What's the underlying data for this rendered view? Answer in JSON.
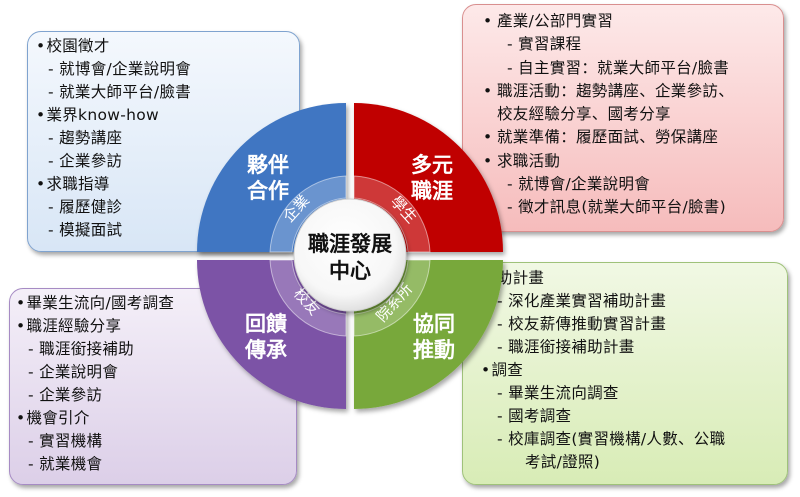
{
  "center": {
    "line1": "職涯發展",
    "line2": "中心"
  },
  "quadrants": {
    "top_left": {
      "line1": "夥伴",
      "line2": "合作",
      "ring": "企業",
      "color": "#3f76c2"
    },
    "top_right": {
      "line1": "多元",
      "line2": "職涯",
      "ring": "學生",
      "color": "#c00000"
    },
    "bottom_left": {
      "line1": "回饋",
      "line2": "傳承",
      "ring": "校友",
      "color": "#7b52a6"
    },
    "bottom_right": {
      "line1": "協同",
      "line2": "推動",
      "ring": "院系所",
      "color": "#78a83a"
    }
  },
  "box_tl": {
    "items": [
      "校園徵才",
      "就博會/企業說明會",
      "就業大師平台/臉書",
      "業界know-how",
      "趨勢講座",
      "企業參訪",
      "求職指導",
      "履歷健診",
      "模擬面試"
    ]
  },
  "box_tr": {
    "items": [
      "產業/公部門實習",
      "實習課程",
      "自主實習：就業大師平台/臉書",
      "職涯活動：趨勢講座、企業參訪、",
      "校友經驗分享、國考分享",
      "就業準備：履歷面試、勞保講座",
      "求職活動",
      "就博會/企業說明會",
      "徵才訊息(就業大師平台/臉書)"
    ]
  },
  "box_bl": {
    "items": [
      "畢業生流向/國考調查",
      "職涯經驗分享",
      "職涯銜接補助",
      "企業說明會",
      "企業參訪",
      "機會引介",
      "實習機構",
      "就業機會"
    ]
  },
  "box_br": {
    "items": [
      "補助計畫",
      "深化產業實習補助計畫",
      "校友薪傳推動實習計畫",
      "職涯銜接補助計畫",
      "調查",
      "畢業生流向調查",
      "國考調查",
      "校庫調查(實習機構/人數、公職",
      "考試/證照)"
    ]
  }
}
